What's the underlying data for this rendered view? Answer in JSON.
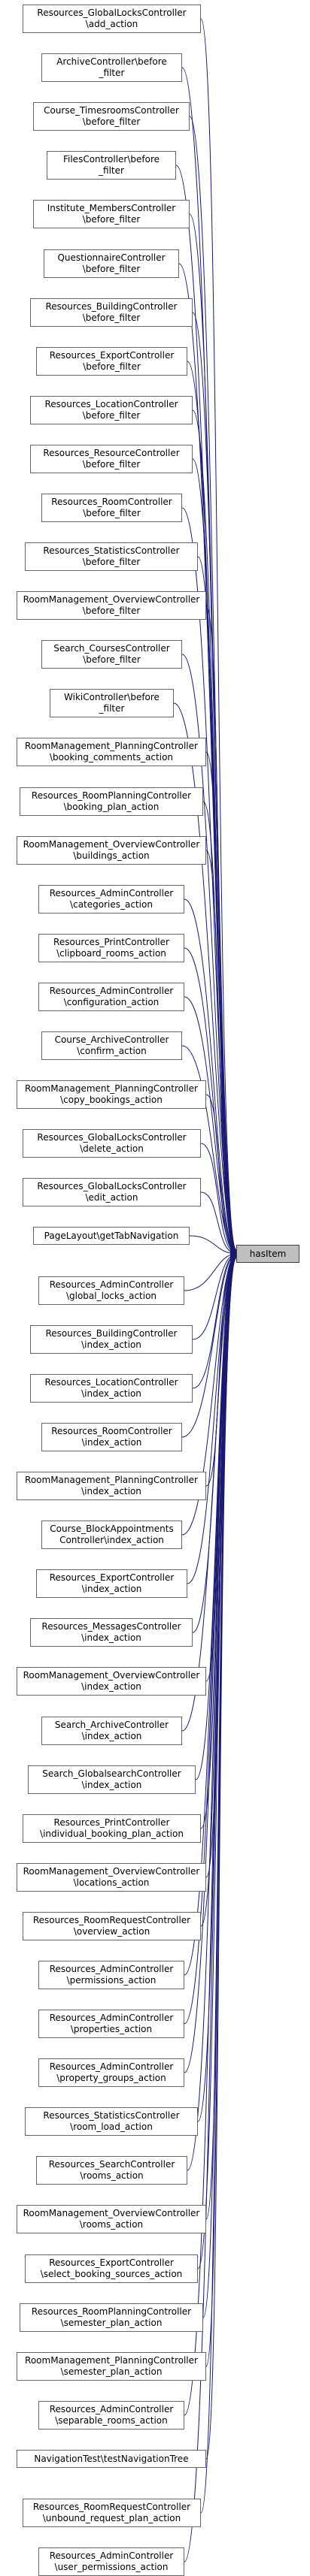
{
  "target": {
    "label": "hasItem"
  },
  "callers": [
    {
      "lines": [
        "Resources_GlobalLocksController",
        "\\add_action"
      ]
    },
    {
      "lines": [
        "ArchiveController\\before",
        "_filter"
      ]
    },
    {
      "lines": [
        "Course_TimesroomsController",
        "\\before_filter"
      ]
    },
    {
      "lines": [
        "FilesController\\before",
        "_filter"
      ]
    },
    {
      "lines": [
        "Institute_MembersController",
        "\\before_filter"
      ]
    },
    {
      "lines": [
        "QuestionnaireController",
        "\\before_filter"
      ]
    },
    {
      "lines": [
        "Resources_BuildingController",
        "\\before_filter"
      ]
    },
    {
      "lines": [
        "Resources_ExportController",
        "\\before_filter"
      ]
    },
    {
      "lines": [
        "Resources_LocationController",
        "\\before_filter"
      ]
    },
    {
      "lines": [
        "Resources_ResourceController",
        "\\before_filter"
      ]
    },
    {
      "lines": [
        "Resources_RoomController",
        "\\before_filter"
      ]
    },
    {
      "lines": [
        "Resources_StatisticsController",
        "\\before_filter"
      ]
    },
    {
      "lines": [
        "RoomManagement_OverviewController",
        "\\before_filter"
      ]
    },
    {
      "lines": [
        "Search_CoursesController",
        "\\before_filter"
      ]
    },
    {
      "lines": [
        "WikiController\\before",
        "_filter"
      ]
    },
    {
      "lines": [
        "RoomManagement_PlanningController",
        "\\booking_comments_action"
      ]
    },
    {
      "lines": [
        "Resources_RoomPlanningController",
        "\\booking_plan_action"
      ]
    },
    {
      "lines": [
        "RoomManagement_OverviewController",
        "\\buildings_action"
      ]
    },
    {
      "lines": [
        "Resources_AdminController",
        "\\categories_action"
      ]
    },
    {
      "lines": [
        "Resources_PrintController",
        "\\clipboard_rooms_action"
      ]
    },
    {
      "lines": [
        "Resources_AdminController",
        "\\configuration_action"
      ]
    },
    {
      "lines": [
        "Course_ArchiveController",
        "\\confirm_action"
      ]
    },
    {
      "lines": [
        "RoomManagement_PlanningController",
        "\\copy_bookings_action"
      ]
    },
    {
      "lines": [
        "Resources_GlobalLocksController",
        "\\delete_action"
      ]
    },
    {
      "lines": [
        "Resources_GlobalLocksController",
        "\\edit_action"
      ]
    },
    {
      "lines": [
        "PageLayout\\getTabNavigation"
      ]
    },
    {
      "lines": [
        "Resources_AdminController",
        "\\global_locks_action"
      ]
    },
    {
      "lines": [
        "Resources_BuildingController",
        "\\index_action"
      ]
    },
    {
      "lines": [
        "Resources_LocationController",
        "\\index_action"
      ]
    },
    {
      "lines": [
        "Resources_RoomController",
        "\\index_action"
      ]
    },
    {
      "lines": [
        "RoomManagement_PlanningController",
        "\\index_action"
      ]
    },
    {
      "lines": [
        "Course_BlockAppointments",
        "Controller\\index_action"
      ]
    },
    {
      "lines": [
        "Resources_ExportController",
        "\\index_action"
      ]
    },
    {
      "lines": [
        "Resources_MessagesController",
        "\\index_action"
      ]
    },
    {
      "lines": [
        "RoomManagement_OverviewController",
        "\\index_action"
      ]
    },
    {
      "lines": [
        "Search_ArchiveController",
        "\\index_action"
      ]
    },
    {
      "lines": [
        "Search_GlobalsearchController",
        "\\index_action"
      ]
    },
    {
      "lines": [
        "Resources_PrintController",
        "\\individual_booking_plan_action"
      ]
    },
    {
      "lines": [
        "RoomManagement_OverviewController",
        "\\locations_action"
      ]
    },
    {
      "lines": [
        "Resources_RoomRequestController",
        "\\overview_action"
      ]
    },
    {
      "lines": [
        "Resources_AdminController",
        "\\permissions_action"
      ]
    },
    {
      "lines": [
        "Resources_AdminController",
        "\\properties_action"
      ]
    },
    {
      "lines": [
        "Resources_AdminController",
        "\\property_groups_action"
      ]
    },
    {
      "lines": [
        "Resources_StatisticsController",
        "\\room_load_action"
      ]
    },
    {
      "lines": [
        "Resources_SearchController",
        "\\rooms_action"
      ]
    },
    {
      "lines": [
        "RoomManagement_OverviewController",
        "\\rooms_action"
      ]
    },
    {
      "lines": [
        "Resources_ExportController",
        "\\select_booking_sources_action"
      ]
    },
    {
      "lines": [
        "Resources_RoomPlanningController",
        "\\semester_plan_action"
      ]
    },
    {
      "lines": [
        "RoomManagement_PlanningController",
        "\\semester_plan_action"
      ]
    },
    {
      "lines": [
        "Resources_AdminController",
        "\\separable_rooms_action"
      ]
    },
    {
      "lines": [
        "NavigationTest\\testNavigationTree"
      ]
    },
    {
      "lines": [
        "Resources_RoomRequestController",
        "\\unbound_request_plan_action"
      ]
    },
    {
      "lines": [
        "Resources_AdminController",
        "\\user_permissions_action"
      ]
    }
  ],
  "colors": {
    "edge": "#191970",
    "node_border": "#666666",
    "target_fill": "#bfbfbf"
  }
}
